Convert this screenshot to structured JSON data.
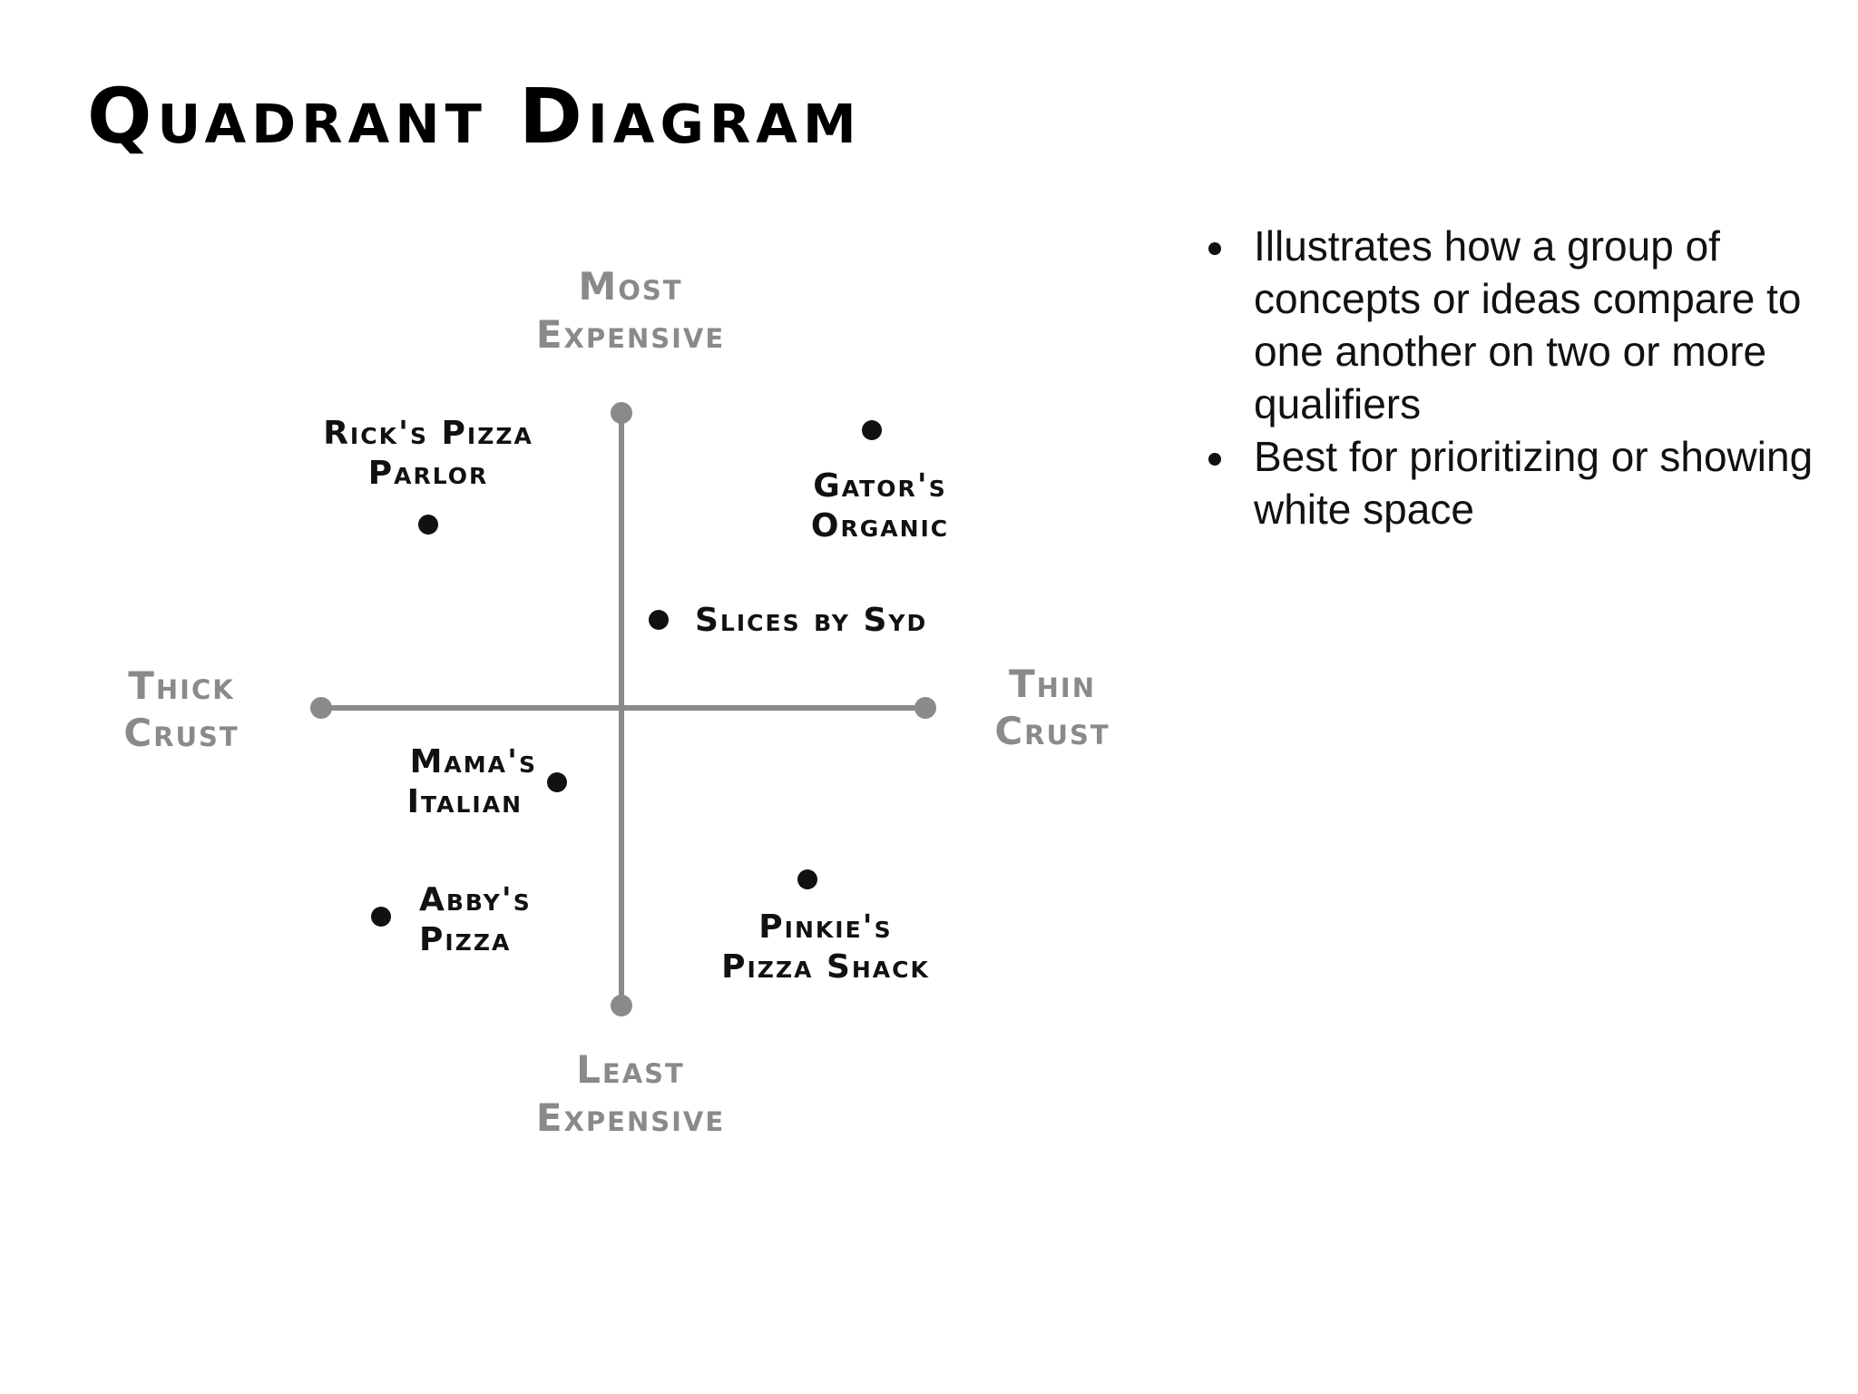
{
  "title": "Quadrant Diagram",
  "bullets": [
    "Illustrates how a group of concepts or ideas compare to one another on two or more qualifiers",
    "Best for prioritizing or showing white space"
  ],
  "axes": {
    "top": [
      "Most",
      "Expensive"
    ],
    "bottom": [
      "Least",
      "Expensive"
    ],
    "left": [
      "Thick",
      "Crust"
    ],
    "right": [
      "Thin",
      "Crust"
    ]
  },
  "items": [
    {
      "name": "Rick's Pizza Parlor",
      "lines": [
        "Rick's Pizza",
        "Parlor"
      ]
    },
    {
      "name": "Gator's Organic",
      "lines": [
        "Gator's",
        "Organic"
      ]
    },
    {
      "name": "Slices by Syd",
      "lines": [
        "Slices by Syd"
      ]
    },
    {
      "name": "Mama's Italian",
      "lines": [
        "Mama's",
        "Italian"
      ]
    },
    {
      "name": "Abby's Pizza",
      "lines": [
        "Abby's",
        "Pizza"
      ]
    },
    {
      "name": "Pinkie's Pizza Shack",
      "lines": [
        "Pinkie's",
        "Pizza Shack"
      ]
    }
  ],
  "colors": {
    "axis": "#8a8a8a",
    "point": "#111111"
  }
}
